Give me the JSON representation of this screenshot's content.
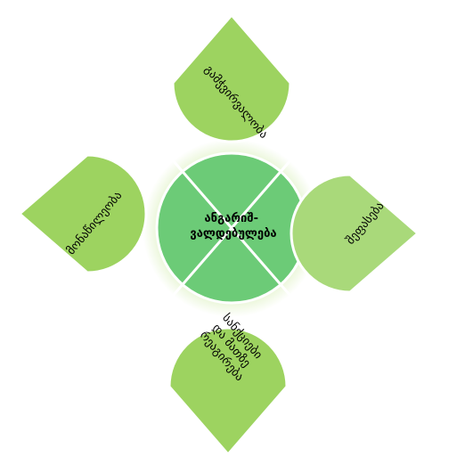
{
  "diagram": {
    "center": {
      "lines": [
        "ანგარიშ-",
        "ვალდებულება"
      ]
    },
    "petals": {
      "top": {
        "lines": [
          "გამჭვირვალობა"
        ]
      },
      "right": {
        "lines": [
          "შეფასება"
        ]
      },
      "bottom": {
        "lines": [
          "სანქციები",
          "და მათზე",
          "რეაგირება"
        ]
      },
      "left": {
        "lines": [
          "მონაწილეობა"
        ]
      }
    }
  },
  "colors": {
    "petal_top": "#9dd360",
    "petal_right": "#a9d97a",
    "petal_bottom": "#9dd360",
    "petal_left": "#9dd360",
    "center_fill": "#6ccb77",
    "glow": "#c8e89a",
    "outline": "#ffffff"
  }
}
